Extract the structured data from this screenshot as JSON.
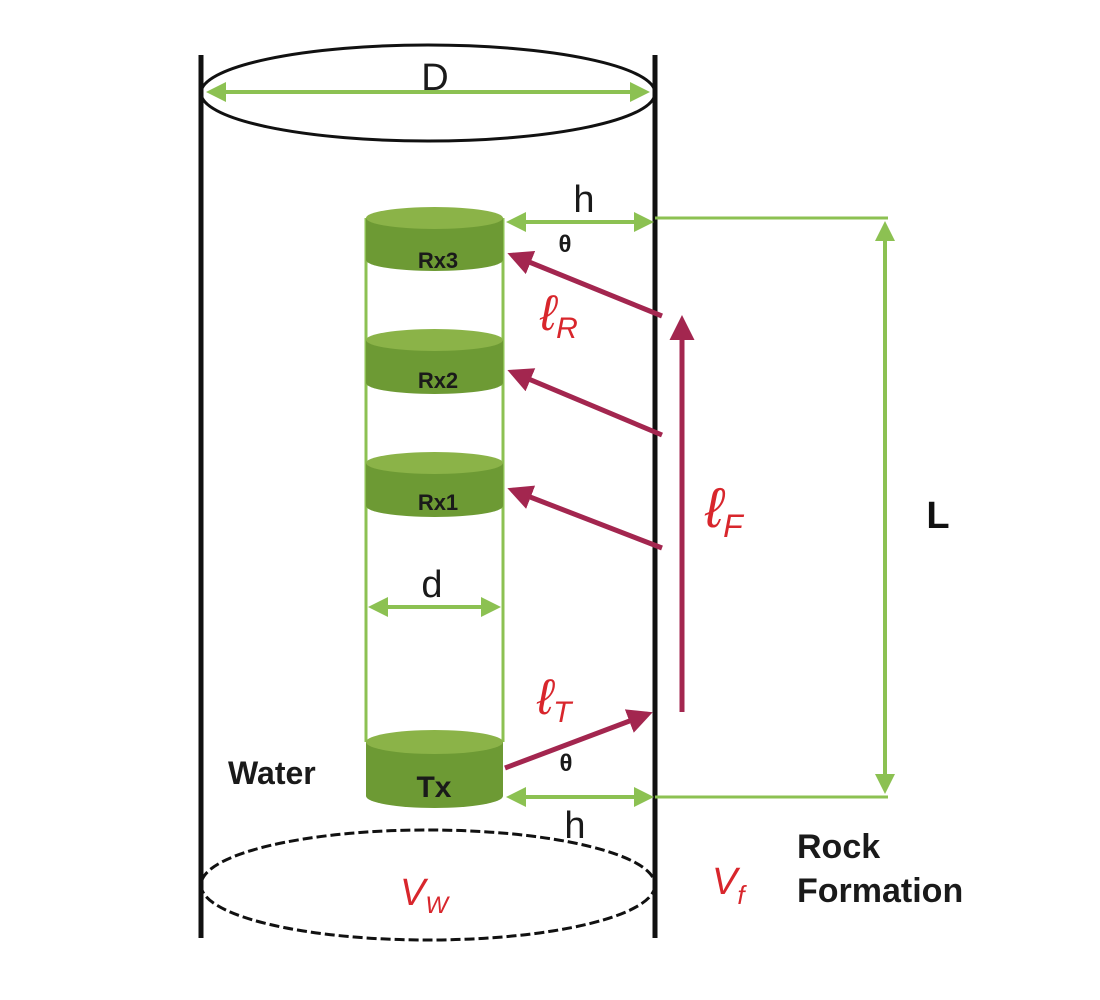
{
  "labels": {
    "borehole_diameter": "D",
    "tool_diameter": "d",
    "standoff_top": "h",
    "standoff_bottom": "h",
    "angle_top": "θ",
    "angle_bottom": "θ",
    "spacing": "L",
    "receiver_3": "Rx3",
    "receiver_2": "Rx2",
    "receiver_1": "Rx1",
    "transmitter": "Tx",
    "water": "Water",
    "rock_line1": "Rock",
    "rock_line2": "Formation"
  },
  "math": {
    "path_receiver": {
      "symbol": "ℓ",
      "sub": "R"
    },
    "path_formation": {
      "symbol": "ℓ",
      "sub": "F"
    },
    "path_transmitter": {
      "symbol": "ℓ",
      "sub": "T"
    },
    "velocity_water": {
      "symbol": "V",
      "sub": "W"
    },
    "velocity_formation": {
      "symbol": "V",
      "sub": "f"
    }
  },
  "colors": {
    "dimension_green": "#8cc152",
    "ray_maroon": "#a3264f",
    "symbol_red": "#d8262c",
    "cylinder_outline": "#111111",
    "tool_fill": "#6d9a34",
    "tool_top": "#8bb348"
  }
}
